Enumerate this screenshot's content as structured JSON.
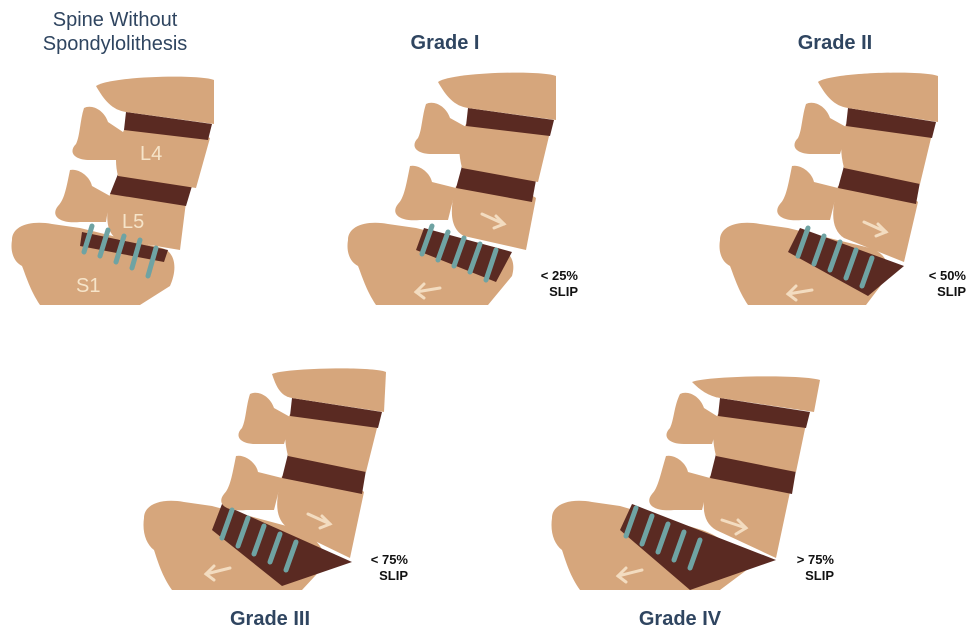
{
  "panels": [
    {
      "title_line1": "Spine Without",
      "title_line2": "Spondylolithesis",
      "labels": {
        "l4": "L4",
        "l5": "L5",
        "s1": "S1"
      }
    },
    {
      "title": "Grade I",
      "slip_value": "< 25%",
      "slip_word": "SLIP"
    },
    {
      "title": "Grade II",
      "slip_value": "< 50%",
      "slip_word": "SLIP"
    },
    {
      "title": "Grade III",
      "slip_value": "< 75%",
      "slip_word": "SLIP"
    },
    {
      "title": "Grade IV",
      "slip_value": "> 75%",
      "slip_word": "SLIP"
    }
  ],
  "colors": {
    "bone": "#d6a67c",
    "bone_light": "#e7c9a3",
    "disc": "#5a2a22",
    "pars": "#6fa3a3",
    "arrow": "#f3dcc0",
    "title": "#2f4560"
  }
}
